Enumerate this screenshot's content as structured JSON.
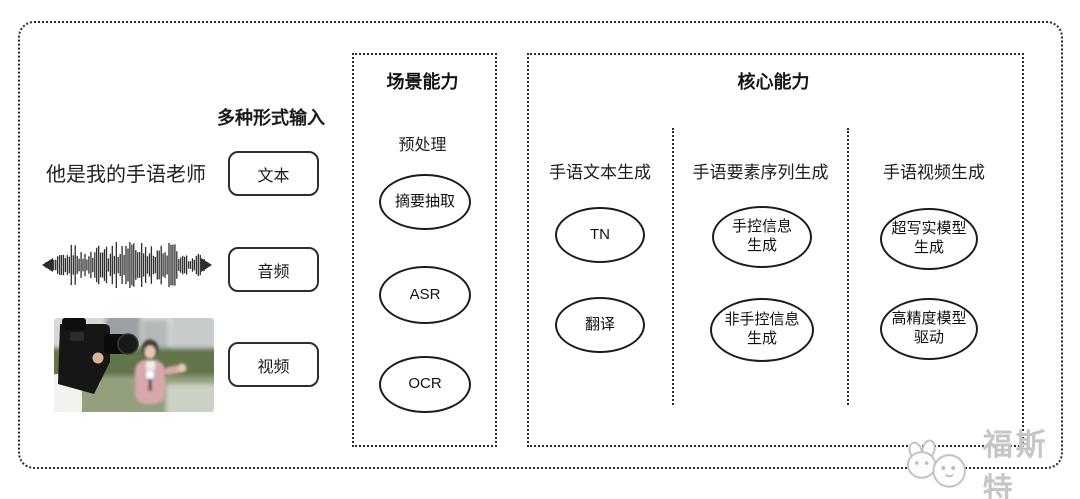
{
  "input_section": {
    "header": "多种形式输入",
    "sample_text": "他是我的手语老师",
    "items": [
      {
        "label": "文本"
      },
      {
        "label": "音频"
      },
      {
        "label": "视频"
      }
    ]
  },
  "scene_box": {
    "title": "场景能力",
    "subtitle": "预处理",
    "nodes": [
      "摘要抽取",
      "ASR",
      "OCR"
    ]
  },
  "core_box": {
    "title": "核心能力",
    "columns": [
      {
        "header": "手语文本生成",
        "nodes": [
          "TN",
          "翻译"
        ]
      },
      {
        "header": "手语要素序列生成",
        "nodes": [
          "手控信息生成",
          "非手控信息生成"
        ]
      },
      {
        "header": "手语视频生成",
        "nodes": [
          "超写实模型生成",
          "高精度模型驱动"
        ]
      }
    ]
  },
  "watermark": {
    "text": "福斯特"
  },
  "colors": {
    "line": "#2b2b2b",
    "node_stroke": "#1c1c1c",
    "watermark": "#c6c6c6",
    "background": "#ffffff"
  }
}
